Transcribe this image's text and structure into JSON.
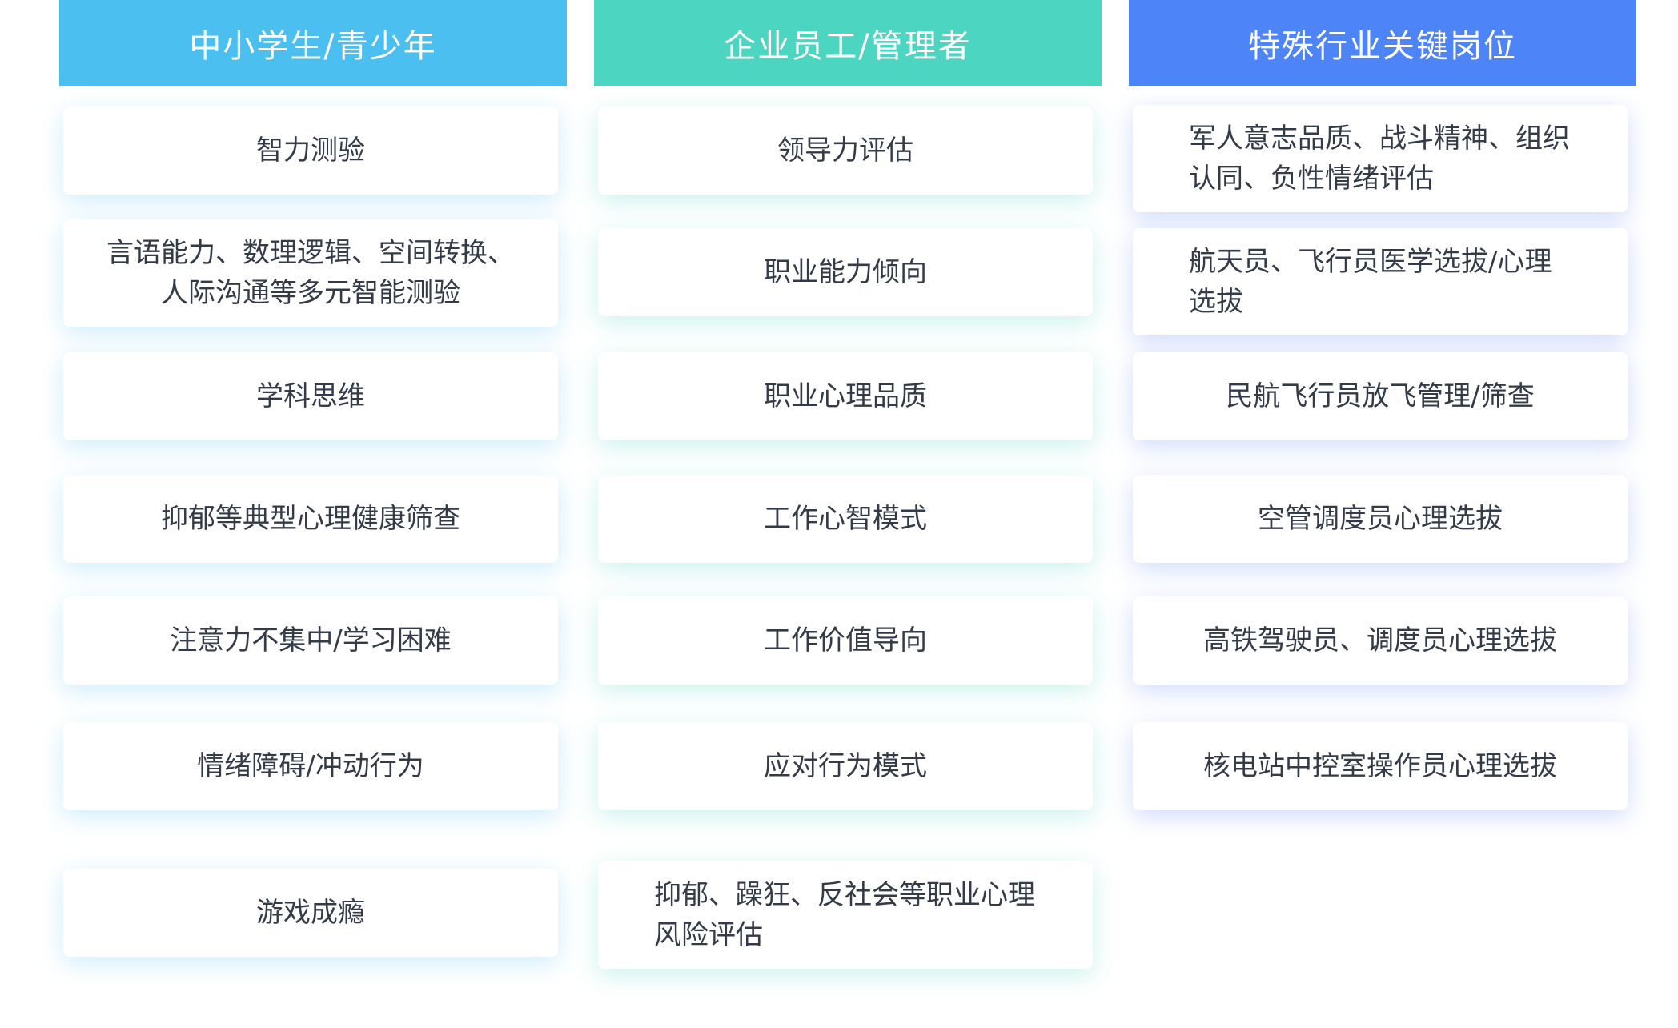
{
  "columns": [
    {
      "header": "中小学生/青少年",
      "color": "#4bbff0",
      "items": [
        "智力测验",
        "言语能力、数理逻辑、空间转换、人际沟通等多元智能测验",
        "学科思维",
        "抑郁等典型心理健康筛查",
        "注意力不集中/学习困难",
        "情绪障碍/冲动行为",
        "游戏成瘾"
      ]
    },
    {
      "header": "企业员工/管理者",
      "color": "#4cd5c0",
      "items": [
        "领导力评估",
        "职业能力倾向",
        "职业心理品质",
        "工作心智模式",
        "工作价值导向",
        "应对行为模式",
        "抑郁、躁狂、反社会等职业心理风险评估"
      ]
    },
    {
      "header": "特殊行业关键岗位",
      "color": "#4d84f8",
      "items": [
        "军人意志品质、战斗精神、组织认同、负性情绪评估",
        "航天员、飞行员医学选拔/心理选拔",
        "民航飞行员放飞管理/筛查",
        "空管调度员心理选拔",
        "高铁驾驶员、调度员心理选拔",
        "核电站中控室操作员心理选拔"
      ]
    }
  ]
}
